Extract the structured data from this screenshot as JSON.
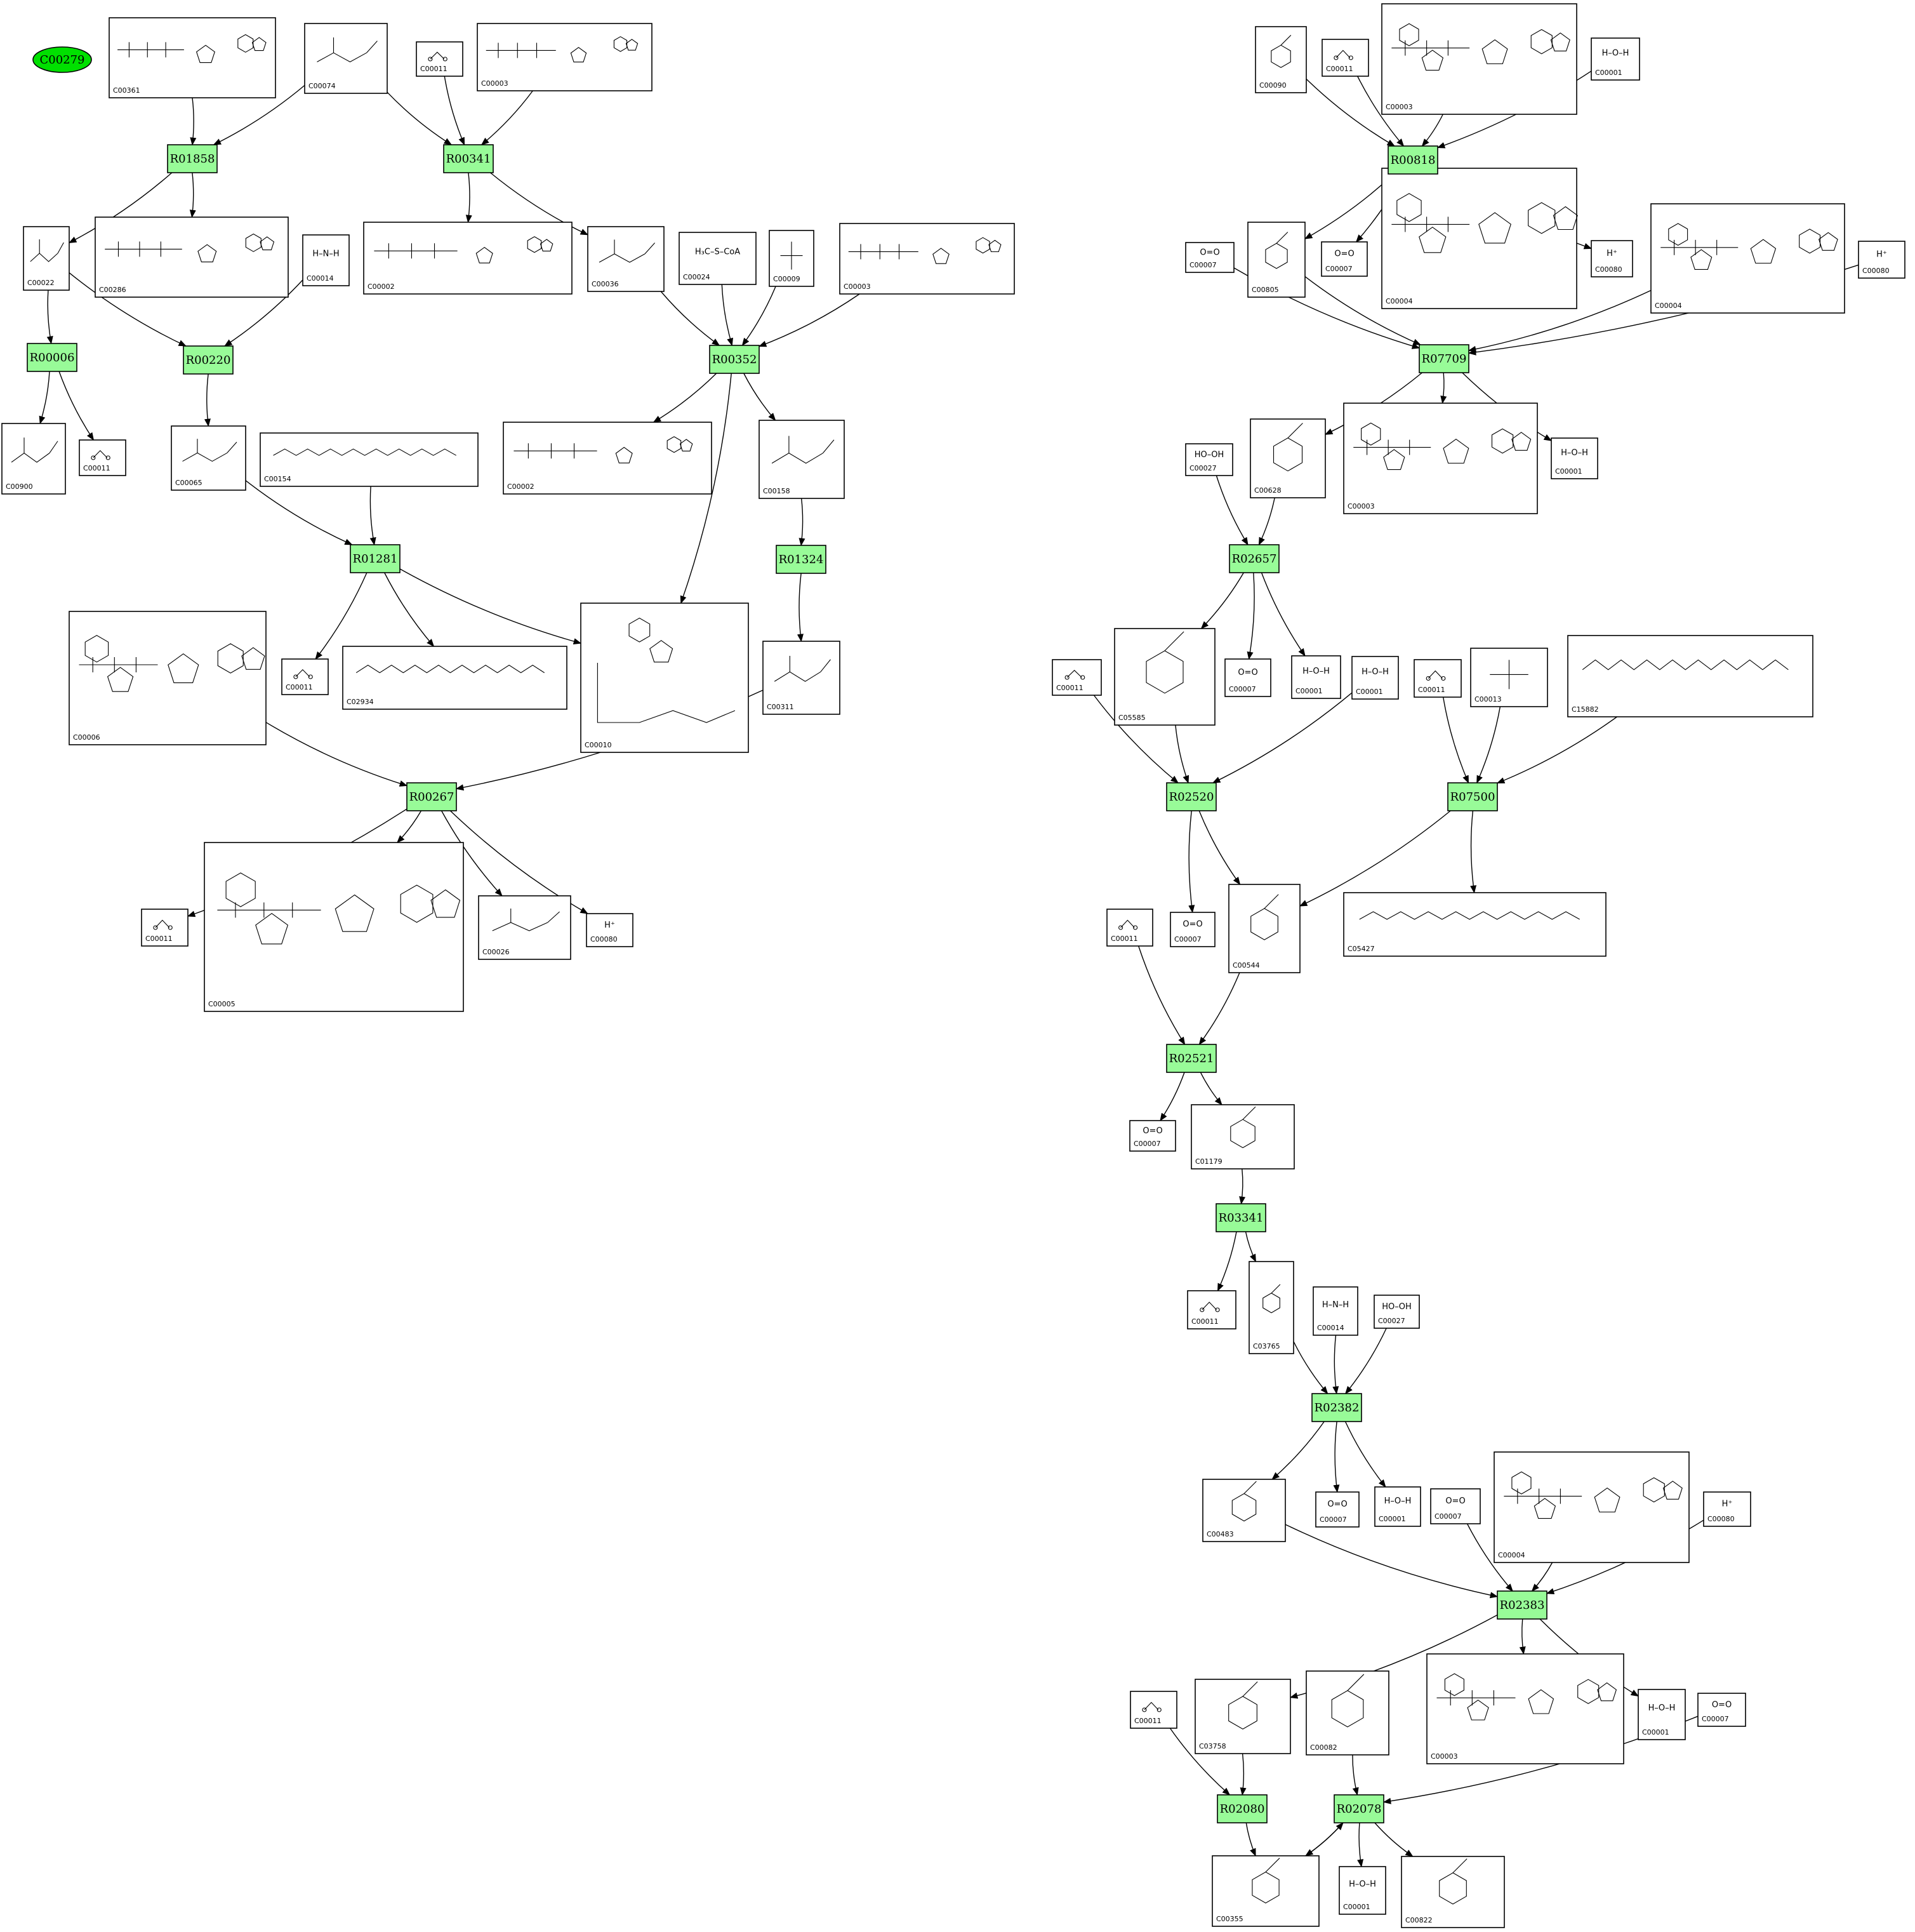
{
  "start_node": {
    "id": "C00279"
  },
  "reactions": [
    "R01858",
    "R00341",
    "R00006",
    "R00220",
    "R00352",
    "R01281",
    "R01324",
    "R00267",
    "R00818",
    "R07709",
    "R02657",
    "R02520",
    "R07500",
    "R02521",
    "R03341",
    "R02382",
    "R02383",
    "R02080",
    "R02078"
  ],
  "compounds": [
    {
      "key": "a1",
      "id": "C00361"
    },
    {
      "key": "a2",
      "id": "C00074",
      "formula": ""
    },
    {
      "key": "a3",
      "id": "C00011"
    },
    {
      "key": "a4",
      "id": "C00003"
    },
    {
      "key": "a5",
      "id": "C00022"
    },
    {
      "key": "a6",
      "id": "C00286"
    },
    {
      "key": "a7",
      "id": "C00014",
      "formula": "H–N–H"
    },
    {
      "key": "a8",
      "id": "C00002"
    },
    {
      "key": "a9",
      "id": "C00036"
    },
    {
      "key": "a10",
      "id": "C00024",
      "formula": "H₃C–S–CoA"
    },
    {
      "key": "a11",
      "id": "C00009"
    },
    {
      "key": "a12",
      "id": "C00003"
    },
    {
      "key": "a13",
      "id": "C00900"
    },
    {
      "key": "a14",
      "id": "C00011"
    },
    {
      "key": "a15",
      "id": "C00065"
    },
    {
      "key": "a16",
      "id": "C00154",
      "formula": "H₃C∿∿∿∿∿∿∿S–CoA"
    },
    {
      "key": "a17",
      "id": "C00002"
    },
    {
      "key": "a18",
      "id": "C00158"
    },
    {
      "key": "a19",
      "id": "C00011"
    },
    {
      "key": "a20",
      "id": "C02934"
    },
    {
      "key": "a21",
      "id": "C00010"
    },
    {
      "key": "a22",
      "id": "C00311"
    },
    {
      "key": "a23",
      "id": "C00006"
    },
    {
      "key": "a24",
      "id": "C00011"
    },
    {
      "key": "a25",
      "id": "C00005"
    },
    {
      "key": "a26",
      "id": "C00026"
    },
    {
      "key": "a27",
      "id": "C00080",
      "formula": "H⁺"
    },
    {
      "key": "b1",
      "id": "C00090"
    },
    {
      "key": "b2",
      "id": "C00011"
    },
    {
      "key": "b3",
      "id": "C00003"
    },
    {
      "key": "b4",
      "id": "C00001",
      "formula": "H–O–H"
    },
    {
      "key": "b5",
      "id": "C00007",
      "formula": "O=O"
    },
    {
      "key": "b6",
      "id": "C00805"
    },
    {
      "key": "b7",
      "id": "C00007",
      "formula": "O=O"
    },
    {
      "key": "b8",
      "id": "C00004"
    },
    {
      "key": "b9",
      "id": "C00080",
      "formula": "H⁺"
    },
    {
      "key": "b10",
      "id": "C00004"
    },
    {
      "key": "b11",
      "id": "C00080",
      "formula": "H⁺"
    },
    {
      "key": "b12",
      "id": "C00027",
      "formula": "HO–OH"
    },
    {
      "key": "b13",
      "id": "C00628"
    },
    {
      "key": "b14",
      "id": "C00003"
    },
    {
      "key": "b15",
      "id": "C00001",
      "formula": "H–O–H"
    },
    {
      "key": "b16",
      "id": "C05585"
    },
    {
      "key": "b17",
      "id": "C00007",
      "formula": "O=O"
    },
    {
      "key": "b18",
      "id": "C00001",
      "formula": "H–O–H"
    },
    {
      "key": "b19",
      "id": "C00011"
    },
    {
      "key": "b20",
      "id": "C00001",
      "formula": "H–O–H"
    },
    {
      "key": "b21",
      "id": "C00011"
    },
    {
      "key": "b22",
      "id": "C00013"
    },
    {
      "key": "b23",
      "id": "C15882"
    },
    {
      "key": "b24",
      "id": "C00011"
    },
    {
      "key": "b25",
      "id": "C00007",
      "formula": "O=O"
    },
    {
      "key": "b26",
      "id": "C00544"
    },
    {
      "key": "b27",
      "id": "C05427"
    },
    {
      "key": "b28",
      "id": "C00007",
      "formula": "O=O"
    },
    {
      "key": "b29",
      "id": "C01179"
    },
    {
      "key": "b30",
      "id": "C00011"
    },
    {
      "key": "b31",
      "id": "C03765"
    },
    {
      "key": "b32",
      "id": "C00014",
      "formula": "H–N–H"
    },
    {
      "key": "b33",
      "id": "C00027",
      "formula": "HO–OH"
    },
    {
      "key": "b34",
      "id": "C00483"
    },
    {
      "key": "b35",
      "id": "C00007",
      "formula": "O=O"
    },
    {
      "key": "b36",
      "id": "C00001",
      "formula": "H–O–H"
    },
    {
      "key": "b37",
      "id": "C00007",
      "formula": "O=O"
    },
    {
      "key": "b38",
      "id": "C00004"
    },
    {
      "key": "b39",
      "id": "C00080",
      "formula": "H⁺"
    },
    {
      "key": "b40",
      "id": "C00011"
    },
    {
      "key": "b41",
      "id": "C03758"
    },
    {
      "key": "b42",
      "id": "C00082"
    },
    {
      "key": "b43",
      "id": "C00003"
    },
    {
      "key": "b44",
      "id": "C00001",
      "formula": "H–O–H"
    },
    {
      "key": "b45",
      "id": "C00007",
      "formula": "O=O"
    },
    {
      "key": "b46",
      "id": "C00355"
    },
    {
      "key": "b47",
      "id": "C00001",
      "formula": "H–O–H"
    },
    {
      "key": "b48",
      "id": "C00822"
    }
  ],
  "edges": [
    [
      "a1",
      "R01858"
    ],
    [
      "a2",
      "R01858"
    ],
    [
      "a2",
      "R00341"
    ],
    [
      "a3",
      "R00341"
    ],
    [
      "a4",
      "R00341"
    ],
    [
      "R01858",
      "a5"
    ],
    [
      "R01858",
      "a6"
    ],
    [
      "R00341",
      "a8"
    ],
    [
      "R00341",
      "a9"
    ],
    [
      "a5",
      "R00006"
    ],
    [
      "a5",
      "R00220"
    ],
    [
      "a7",
      "R00220"
    ],
    [
      "R00006",
      "a13"
    ],
    [
      "R00006",
      "a14"
    ],
    [
      "R00220",
      "a15"
    ],
    [
      "a9",
      "R00352"
    ],
    [
      "a10",
      "R00352"
    ],
    [
      "a11",
      "R00352"
    ],
    [
      "a12",
      "R00352"
    ],
    [
      "R00352",
      "a17"
    ],
    [
      "R00352",
      "a18"
    ],
    [
      "R00352",
      "a21"
    ],
    [
      "a15",
      "R01281"
    ],
    [
      "a16",
      "R01281"
    ],
    [
      "R01281",
      "a19"
    ],
    [
      "R01281",
      "a20"
    ],
    [
      "R01281",
      "a21"
    ],
    [
      "a18",
      "R01324"
    ],
    [
      "R01324",
      "a22"
    ],
    [
      "a23",
      "R00267"
    ],
    [
      "a22",
      "R00267"
    ],
    [
      "R00267",
      "a24"
    ],
    [
      "R00267",
      "a25"
    ],
    [
      "R00267",
      "a26"
    ],
    [
      "R00267",
      "a27"
    ],
    [
      "b1",
      "R00818"
    ],
    [
      "b2",
      "R00818"
    ],
    [
      "b3",
      "R00818"
    ],
    [
      "b4",
      "R00818"
    ],
    [
      "R00818",
      "b6"
    ],
    [
      "R00818",
      "b7"
    ],
    [
      "R00818",
      "b8"
    ],
    [
      "R00818",
      "b9"
    ],
    [
      "b5",
      "R07709"
    ],
    [
      "b6",
      "R07709"
    ],
    [
      "b10",
      "R07709"
    ],
    [
      "b11",
      "R07709"
    ],
    [
      "R07709",
      "b13"
    ],
    [
      "R07709",
      "b14"
    ],
    [
      "R07709",
      "b15"
    ],
    [
      "b12",
      "R02657"
    ],
    [
      "b13",
      "R02657"
    ],
    [
      "R02657",
      "b16"
    ],
    [
      "R02657",
      "b17"
    ],
    [
      "R02657",
      "b18"
    ],
    [
      "b19",
      "R02520"
    ],
    [
      "b16",
      "R02520"
    ],
    [
      "b20",
      "R02520"
    ],
    [
      "R02520",
      "b25"
    ],
    [
      "R02520",
      "b26"
    ],
    [
      "b21",
      "R07500"
    ],
    [
      "b22",
      "R07500"
    ],
    [
      "b23",
      "R07500"
    ],
    [
      "R07500",
      "b26"
    ],
    [
      "R07500",
      "b27"
    ],
    [
      "b24",
      "R02521"
    ],
    [
      "b26",
      "R02521"
    ],
    [
      "R02521",
      "b28"
    ],
    [
      "R02521",
      "b29"
    ],
    [
      "b29",
      "R03341"
    ],
    [
      "R03341",
      "b30"
    ],
    [
      "R03341",
      "b31"
    ],
    [
      "b31",
      "R02382"
    ],
    [
      "b32",
      "R02382"
    ],
    [
      "b33",
      "R02382"
    ],
    [
      "R02382",
      "b34"
    ],
    [
      "R02382",
      "b35"
    ],
    [
      "R02382",
      "b36"
    ],
    [
      "b34",
      "R02383"
    ],
    [
      "b37",
      "R02383"
    ],
    [
      "b38",
      "R02383"
    ],
    [
      "b39",
      "R02383"
    ],
    [
      "R02383",
      "b41"
    ],
    [
      "R02383",
      "b43"
    ],
    [
      "R02383",
      "b44"
    ],
    [
      "b40",
      "R02080"
    ],
    [
      "b41",
      "R02080"
    ],
    [
      "b42",
      "R02078"
    ],
    [
      "b45",
      "R02078"
    ],
    [
      "R02080",
      "b46"
    ],
    [
      "R02078",
      "b46"
    ],
    [
      "b46",
      "R02078"
    ],
    [
      "R02078",
      "b47"
    ],
    [
      "R02078",
      "b48"
    ]
  ]
}
